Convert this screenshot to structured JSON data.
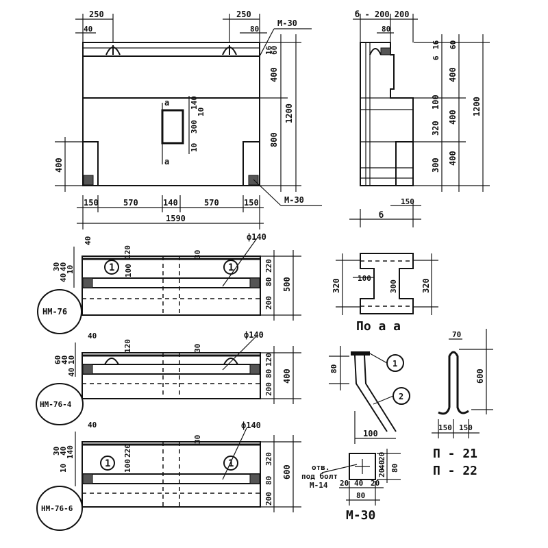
{
  "top_view": {
    "dim_top_left": "250",
    "dim_top_left_small": "40",
    "dim_top_right": "250",
    "dim_top_right_small": "80",
    "embed_top_label": "M-30",
    "dim_right_upper": "400",
    "dim_right_total": "1200",
    "dim_right_lower": "800",
    "dim_right_small": "60",
    "dim_right_tiny": "16",
    "dim_left_lower": "400",
    "opening_mark_top": "а",
    "opening_mark_bottom": "а",
    "opening_width": "300",
    "opening_small_a": "140",
    "opening_small_b": "10",
    "opening_small_c": "10",
    "embed_bottom_label": "M-30",
    "dim_bottom_a": "150",
    "dim_bottom_b": "570",
    "dim_bottom_c": "140",
    "dim_bottom_d": "570",
    "dim_bottom_e": "150",
    "dim_bottom_total": "1590"
  },
  "side_view": {
    "dim_top": "б - 200 200",
    "dim_top_small": "80",
    "dim_right_a": "6",
    "dim_right_b": "16",
    "dim_right_c": "60",
    "dim_right_d": "400",
    "dim_right_e": "100",
    "dim_right_f": "320",
    "dim_right_g": "400",
    "dim_right_h": "300",
    "dim_right_i": "400",
    "dim_right_total": "1200",
    "dim_bottom_b": "б",
    "dim_bottom_150": "150"
  },
  "section_aa": {
    "dim_left": "320",
    "dim_inner_a": "100",
    "dim_inner_b": "300",
    "dim_right": "320",
    "caption": "По а а"
  },
  "block_nm76": {
    "label": "НМ-76",
    "dim_40": "40",
    "dim_120": "120",
    "dim_30": "30",
    "diameter": "ф140",
    "mark": "1",
    "dim_left_a": "10",
    "dim_left_b": "40",
    "dim_left_c": "30",
    "dim_left_d": "40",
    "dim_100": "100",
    "dim_right_a": "220",
    "dim_right_b": "80",
    "dim_right_c": "200",
    "dim_right_total": "500"
  },
  "block_nm76_4": {
    "label": "НМ-76-4",
    "dim_40": "40",
    "dim_120": "120",
    "dim_30": "30",
    "diameter": "ф140",
    "dim_left_a": "60",
    "dim_left_b": "40",
    "dim_left_c": "10",
    "dim_left_d": "40",
    "dim_right_a": "120",
    "dim_right_b": "80",
    "dim_right_c": "200",
    "dim_right_total": "400"
  },
  "block_nm76_6": {
    "label": "НМ-76-6",
    "dim_40": "40",
    "dim_30": "30",
    "diameter": "ф140",
    "mark": "1",
    "dim_left_a": "30",
    "dim_left_b": "40",
    "dim_left_c": "140",
    "dim_left_d": "10",
    "dim_100": "100",
    "dim_220": "220",
    "dim_right_a": "320",
    "dim_right_b": "80",
    "dim_right_c": "200",
    "dim_right_total": "600"
  },
  "loop_detail": {
    "dim_80": "80",
    "callout_1": "1",
    "callout_2": "2",
    "dim_100": "100"
  },
  "plate_m30": {
    "hole_note_1": "отв.",
    "hole_note_2": "под болт",
    "hole_note_3": "М-14",
    "dim_20a": "20",
    "dim_40": "40",
    "dim_20b": "20",
    "dim_80": "80",
    "dim_side_a": "20",
    "dim_side_b": "40",
    "dim_side_c": "20",
    "dim_side_d": "80",
    "label": "М-30"
  },
  "hook_detail": {
    "dim_top": "70",
    "dim_height": "600",
    "dim_150a": "150",
    "dim_150b": "150",
    "label_1": "П - 21",
    "label_2": "П - 22"
  }
}
